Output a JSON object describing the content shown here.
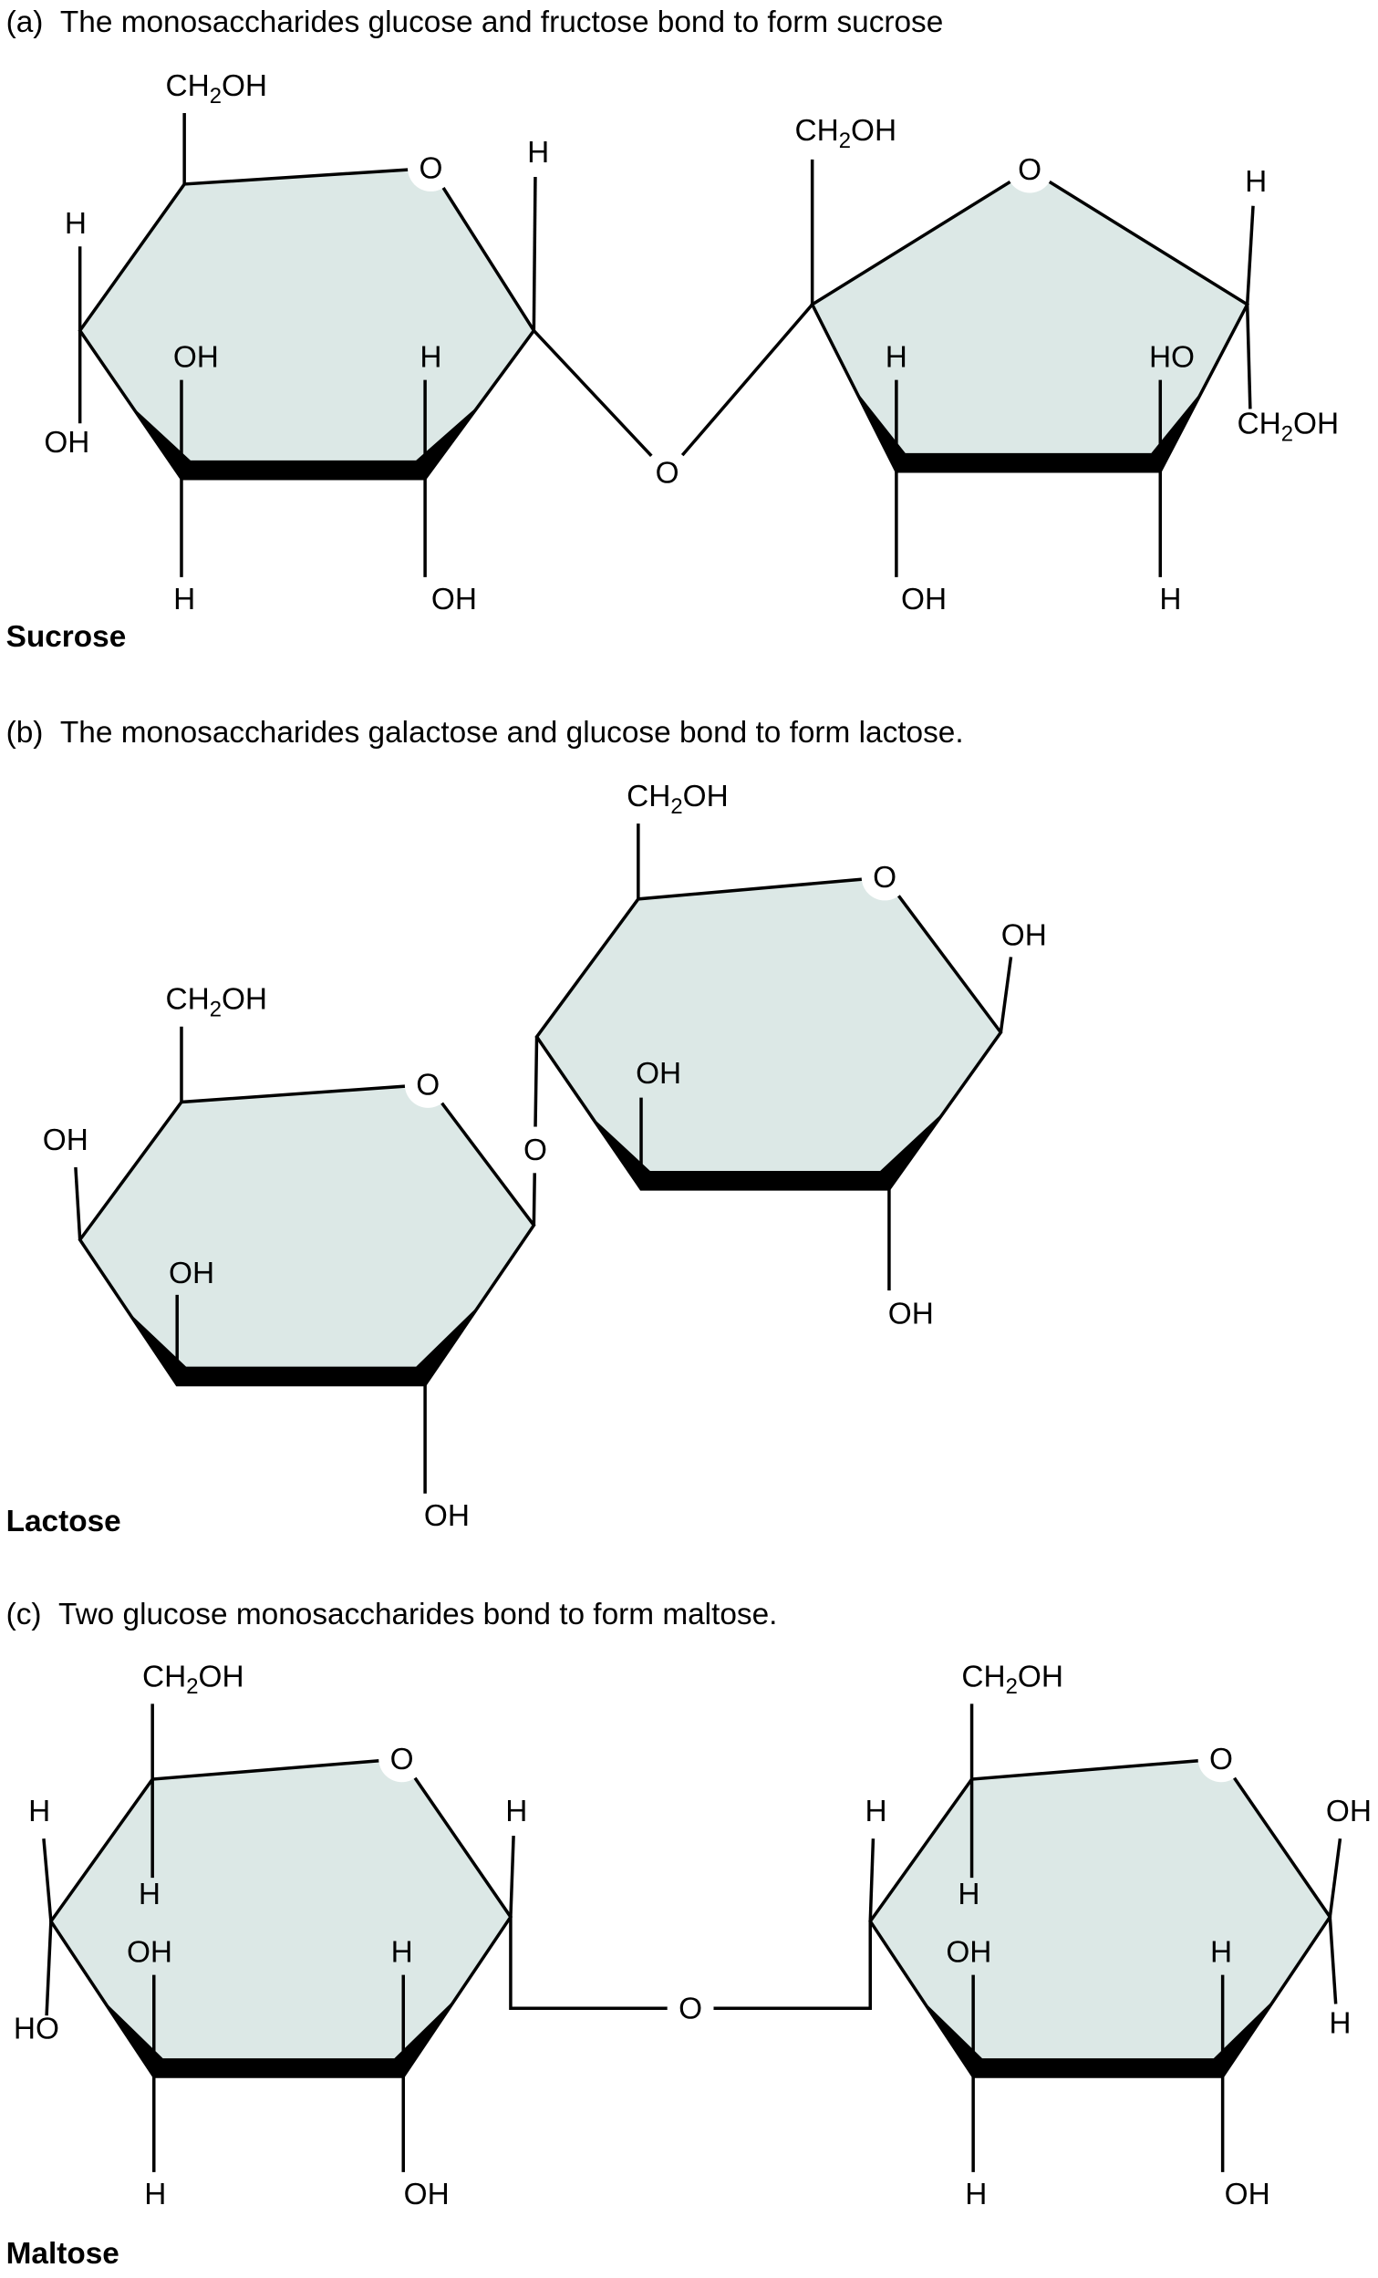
{
  "figure": {
    "captions": {
      "a": "(a)  The monosaccharides glucose and fructose bond to form sucrose",
      "b": "(b)  The monosaccharides galactose and glucose bond to form lactose.",
      "c": "(c)  Two glucose monosaccharides bond to form maltose."
    },
    "products": {
      "a": "Sucrose",
      "b": "Lactose",
      "c": "Maltose"
    },
    "atoms": {
      "H": "H",
      "O": "O",
      "OH": "OH",
      "HO": "HO",
      "CH": "CH",
      "sub2": "2"
    },
    "colors": {
      "ring_fill": "#dce8e6",
      "line": "#000000"
    }
  }
}
